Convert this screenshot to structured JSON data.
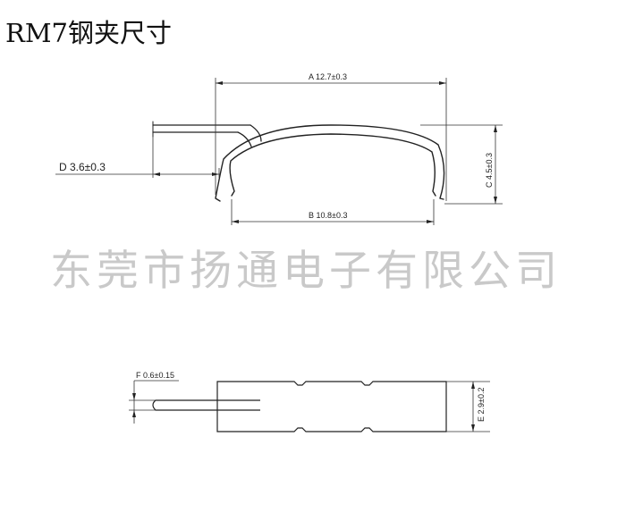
{
  "title": "RM7钢夹尺寸",
  "watermark": "东莞市扬通电子有限公司",
  "dimensions": {
    "A": "A 12.7±0.3",
    "B": "B 10.8±0.3",
    "C": "C 4.5±0.3",
    "D": "D 3.6±0.3",
    "E": "E 2.9±0.2",
    "F": "F 0.6±0.15"
  }
}
